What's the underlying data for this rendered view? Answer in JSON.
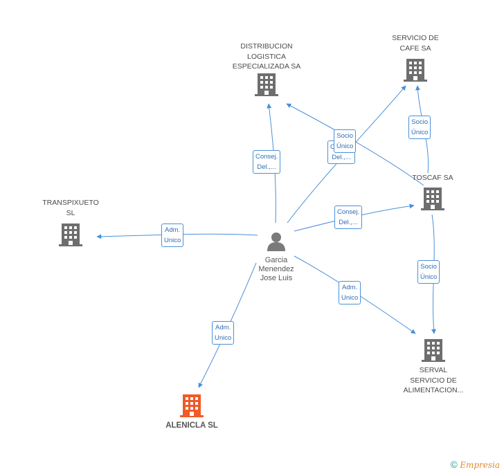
{
  "center": {
    "name": "Garcia\nMenendez\nJose Luis"
  },
  "companies": [
    {
      "id": "distribucion",
      "label": "DISTRIBUCION\nLOGISTICA\nESPECIALIZADA SA"
    },
    {
      "id": "servicio_cafe",
      "label": "SERVICIO DE\nCAFE SA"
    },
    {
      "id": "toscaf",
      "label": "TOSCAF SA"
    },
    {
      "id": "transpixueto",
      "label": "TRANSPIXUETO\nSL"
    },
    {
      "id": "serval",
      "label": "SERVAL\nSERVICIO DE\nALIMENTACION..."
    },
    {
      "id": "alenicla",
      "label": "ALENICLA SL"
    }
  ],
  "edges": [
    {
      "from": "center",
      "to": "distribucion",
      "label": "Consej.\nDel.,..."
    },
    {
      "from": "center",
      "to": "servicio_cafe",
      "label": "Consej.\nDel.,..."
    },
    {
      "from": "toscaf",
      "to": "distribucion",
      "label": "Socio\nÚnico"
    },
    {
      "from": "toscaf",
      "to": "servicio_cafe",
      "label": "Socio\nÚnico"
    },
    {
      "from": "center",
      "to": "toscaf",
      "label": "Consej.\nDel.,..."
    },
    {
      "from": "center",
      "to": "transpixueto",
      "label": "Adm.\nUnico"
    },
    {
      "from": "center",
      "to": "serval",
      "label": "Adm.\nUnico"
    },
    {
      "from": "toscaf",
      "to": "serval",
      "label": "Socio\nÚnico"
    },
    {
      "from": "center",
      "to": "alenicla",
      "label": "Adm.\nUnico"
    }
  ],
  "footer": {
    "copyright": "©",
    "brand": "Empresia"
  },
  "colors": {
    "edge": "#4a8fd9",
    "building": "#6e6e6e",
    "highlight": "#f05a28",
    "person": "#7a7a7a"
  }
}
